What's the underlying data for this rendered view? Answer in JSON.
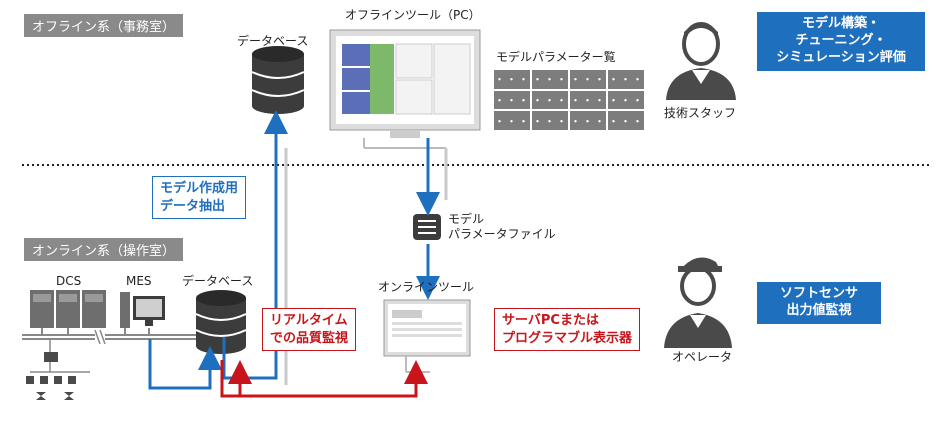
{
  "sections": {
    "offline_label": "オフライン系（事務室）",
    "online_label": "オンライン系（操作室）"
  },
  "offline": {
    "database_label": "データベース",
    "tool_label": "オフラインツール（PC）",
    "param_list_label": "モデルパラメーター覧",
    "param_cell_text": "・・・",
    "staff_label": "技術スタッフ",
    "staff_role": [
      "モデル構築・",
      "チューニング・",
      "シミュレーション評価"
    ]
  },
  "middle": {
    "extract_callout": [
      "モデル作成用",
      "データ抽出"
    ],
    "param_file_label": [
      "モデル",
      "パラメータファイル"
    ]
  },
  "online": {
    "dcs_label": "DCS",
    "mes_label": "MES",
    "database_label": "データベース",
    "quality_callout": [
      "リアルタイム",
      "での品質監視"
    ],
    "tool_label": "オンラインツール",
    "display_callout": [
      "サーバPCまたは",
      "プログラマブル表示器"
    ],
    "operator_label": "オペレータ",
    "operator_role": [
      "ソフトセンサ",
      "出力値監視"
    ]
  },
  "colors": {
    "blue_arrow": "#1f6fbf",
    "red_arrow": "#c8151b",
    "section_tag": "#8a8a8a",
    "person": "#4a4a4a"
  }
}
